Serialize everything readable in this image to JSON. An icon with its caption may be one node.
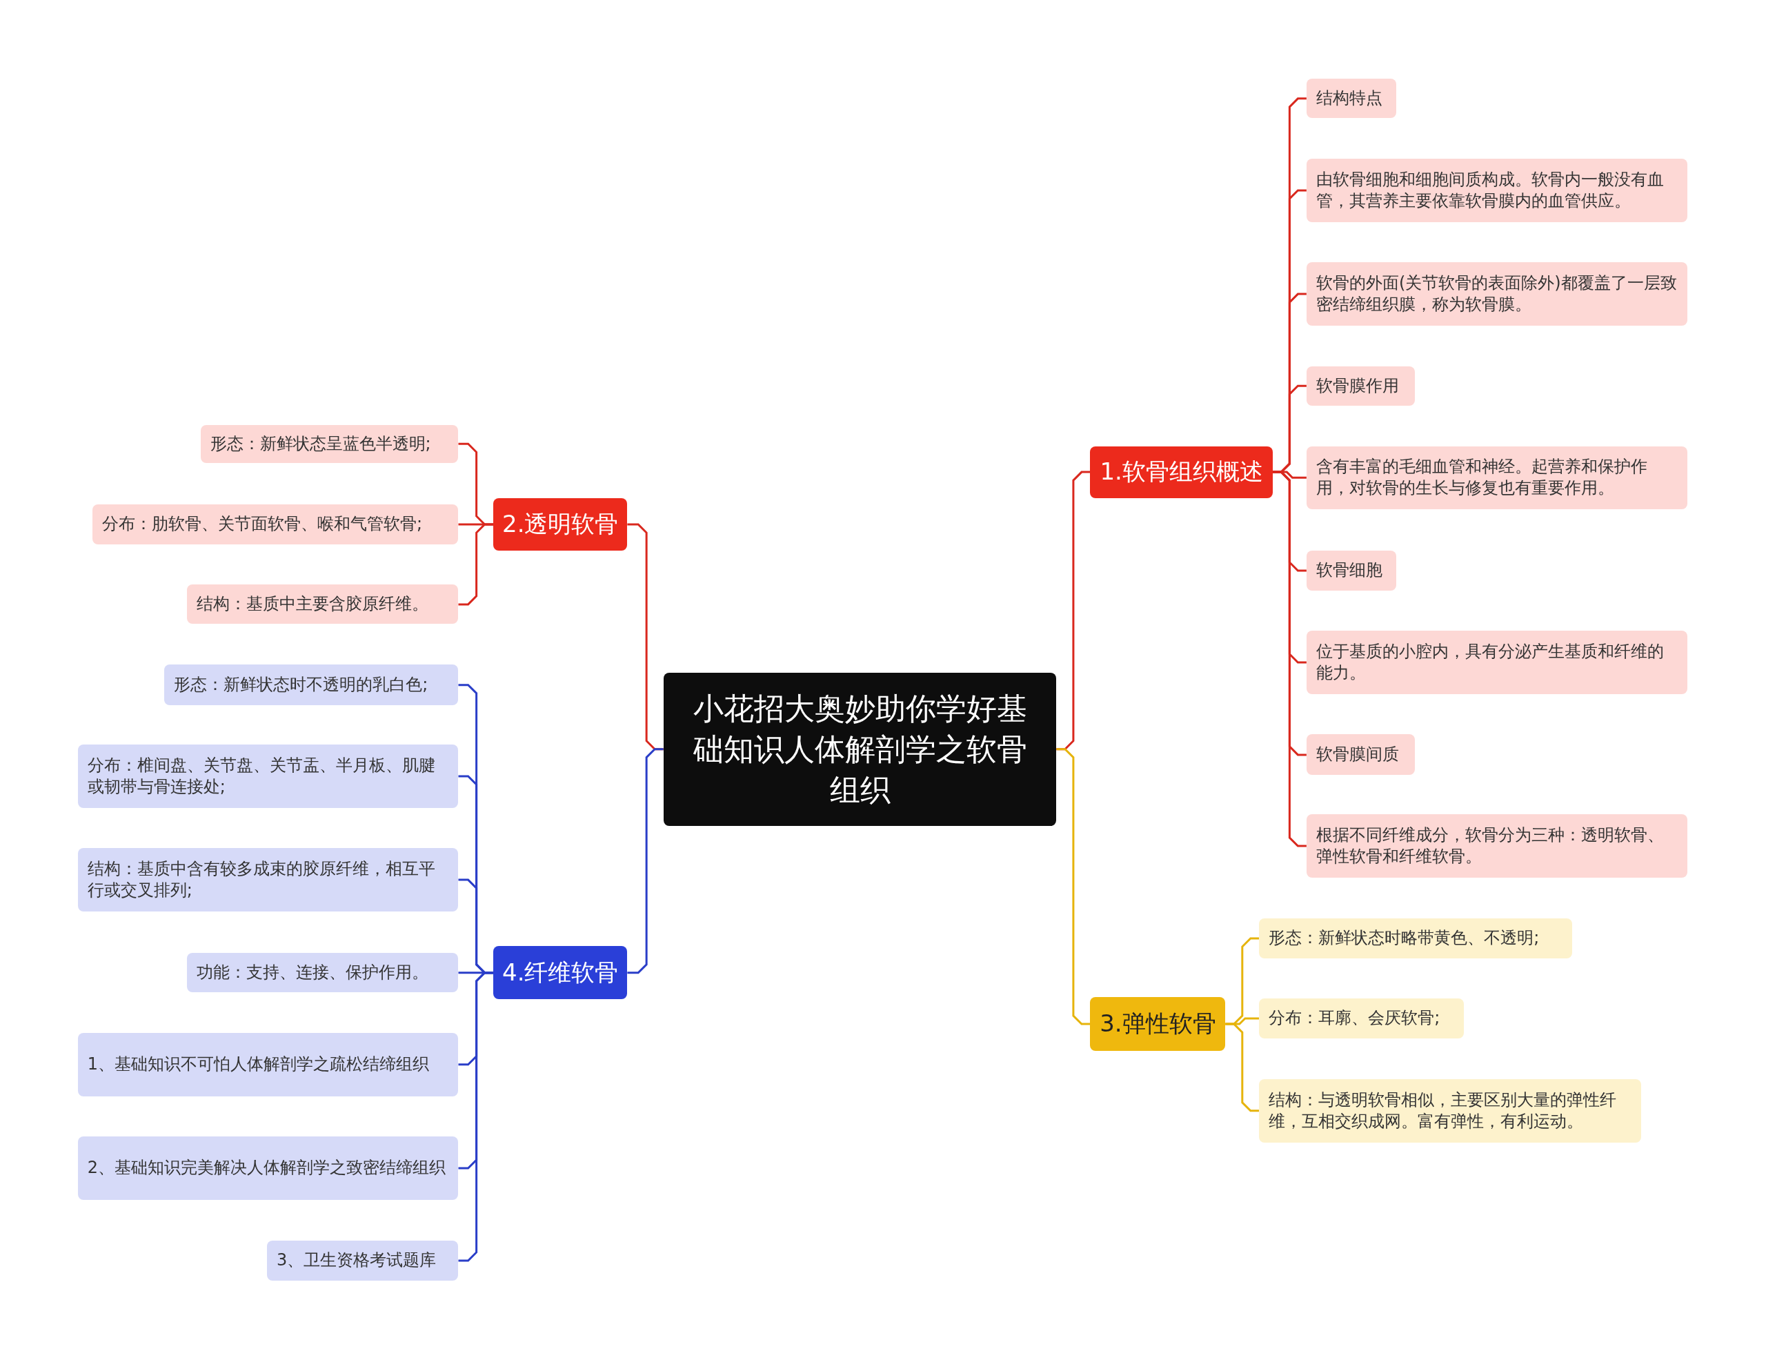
{
  "diagram": {
    "nodes": [
      {
        "text": [
          "小花招大奥妙助你学好基础知识人体解剖学之软骨组织"
        ]
      },
      {
        "text": [
          "1.软骨组织概述"
        ]
      },
      {
        "text": [
          "结构特点"
        ]
      },
      {
        "text": [
          "由软骨细胞和细胞间质构成。软骨内一般没有血管，其营养主要依靠软骨膜内的血管供应。"
        ]
      },
      {
        "text": [
          "软骨的外面(关节软骨的表面除外)都覆盖了一层致密结缔组织膜，称为软骨膜。"
        ]
      },
      {
        "text": [
          "软骨膜作用"
        ]
      },
      {
        "text": [
          "含有丰富的毛细血管和神经。起营养和保护作用，对软骨的生长与修复也有重要作用。"
        ]
      },
      {
        "text": [
          "软骨细胞"
        ]
      },
      {
        "text": [
          "位于基质的小腔内，具有分泌产生基质和纤维的能力。"
        ]
      },
      {
        "text": [
          "软骨膜间质"
        ]
      },
      {
        "text": [
          "根据不同纤维成分，软骨分为三种：透明软骨、弹性软骨和纤维软骨。"
        ]
      },
      {
        "text": [
          "2.透明软骨"
        ]
      },
      {
        "text": [
          "形态：新鲜状态呈蓝色半透明;"
        ]
      },
      {
        "text": [
          "分布：肋软骨、关节面软骨、喉和气管软骨;"
        ]
      },
      {
        "text": [
          "结构：基质中主要含胶原纤维。"
        ]
      },
      {
        "text": [
          "3.弹性软骨"
        ]
      },
      {
        "text": [
          "形态：新鲜状态时略带黄色、不透明;"
        ]
      },
      {
        "text": [
          "分布：耳廓、会厌软骨;"
        ]
      },
      {
        "text": [
          "结构：与透明软骨相似，主要区别大量的弹性纤维，互相交织成网。富有弹性，有利运动。"
        ]
      },
      {
        "text": [
          "4.纤维软骨"
        ]
      },
      {
        "text": [
          "形态：新鲜状态时不透明的乳白色;"
        ]
      },
      {
        "text": [
          "分布：椎间盘、关节盘、关节盂、半月板、肌腱或韧带与骨连接处;"
        ]
      },
      {
        "text": [
          "结构：基质中含有较多成束的胶原纤维，相互平行或交叉排列;"
        ]
      },
      {
        "text": [
          "功能：支持、连接、保护作用。"
        ]
      },
      {
        "text": [
          "1、基础知识不可怕人体解剖学之疏松结缔组织"
        ]
      },
      {
        "text": [
          "2、基础知识完美解决人体解剖学之致密结缔组织"
        ]
      },
      {
        "text": [
          "3、卫生资格考试题库"
        ]
      }
    ],
    "edges": [
      {
        "from": 0,
        "to": 1,
        "arrow": "none"
      },
      {
        "from": 1,
        "to": 2,
        "arrow": "none"
      },
      {
        "from": 1,
        "to": 3,
        "arrow": "none"
      },
      {
        "from": 1,
        "to": 4,
        "arrow": "none"
      },
      {
        "from": 1,
        "to": 5,
        "arrow": "none"
      },
      {
        "from": 1,
        "to": 6,
        "arrow": "none"
      },
      {
        "from": 1,
        "to": 7,
        "arrow": "none"
      },
      {
        "from": 1,
        "to": 8,
        "arrow": "none"
      },
      {
        "from": 1,
        "to": 9,
        "arrow": "none"
      },
      {
        "from": 1,
        "to": 10,
        "arrow": "none"
      },
      {
        "from": 0,
        "to": 11,
        "arrow": "none"
      },
      {
        "from": 11,
        "to": 12,
        "arrow": "none"
      },
      {
        "from": 11,
        "to": 13,
        "arrow": "none"
      },
      {
        "from": 11,
        "to": 14,
        "arrow": "none"
      },
      {
        "from": 0,
        "to": 15,
        "arrow": "none",
        "color": "#e6b40c"
      },
      {
        "from": 15,
        "to": 16,
        "arrow": "none",
        "color": "#e6b40c"
      },
      {
        "from": 15,
        "to": 17,
        "arrow": "none",
        "color": "#e6b40c"
      },
      {
        "from": 15,
        "to": 18,
        "arrow": "none",
        "color": "#e6b40c"
      },
      {
        "from": 0,
        "to": 19,
        "arrow": "none",
        "color": "#2a3ec8"
      },
      {
        "from": 19,
        "to": 20,
        "arrow": "none",
        "color": "#2a3ec8"
      },
      {
        "from": 19,
        "to": 21,
        "arrow": "none",
        "color": "#2a3ec8"
      },
      {
        "from": 19,
        "to": 22,
        "arrow": "none",
        "color": "#2a3ec8"
      },
      {
        "from": 19,
        "to": 23,
        "arrow": "none",
        "color": "#2a3ec8"
      },
      {
        "from": 19,
        "to": 24,
        "arrow": "none",
        "color": "#2a3ec8"
      },
      {
        "from": 19,
        "to": 25,
        "arrow": "none",
        "color": "#2a3ec8"
      },
      {
        "from": 19,
        "to": 26,
        "arrow": "none",
        "color": "#2a3ec8"
      }
    ]
  }
}
